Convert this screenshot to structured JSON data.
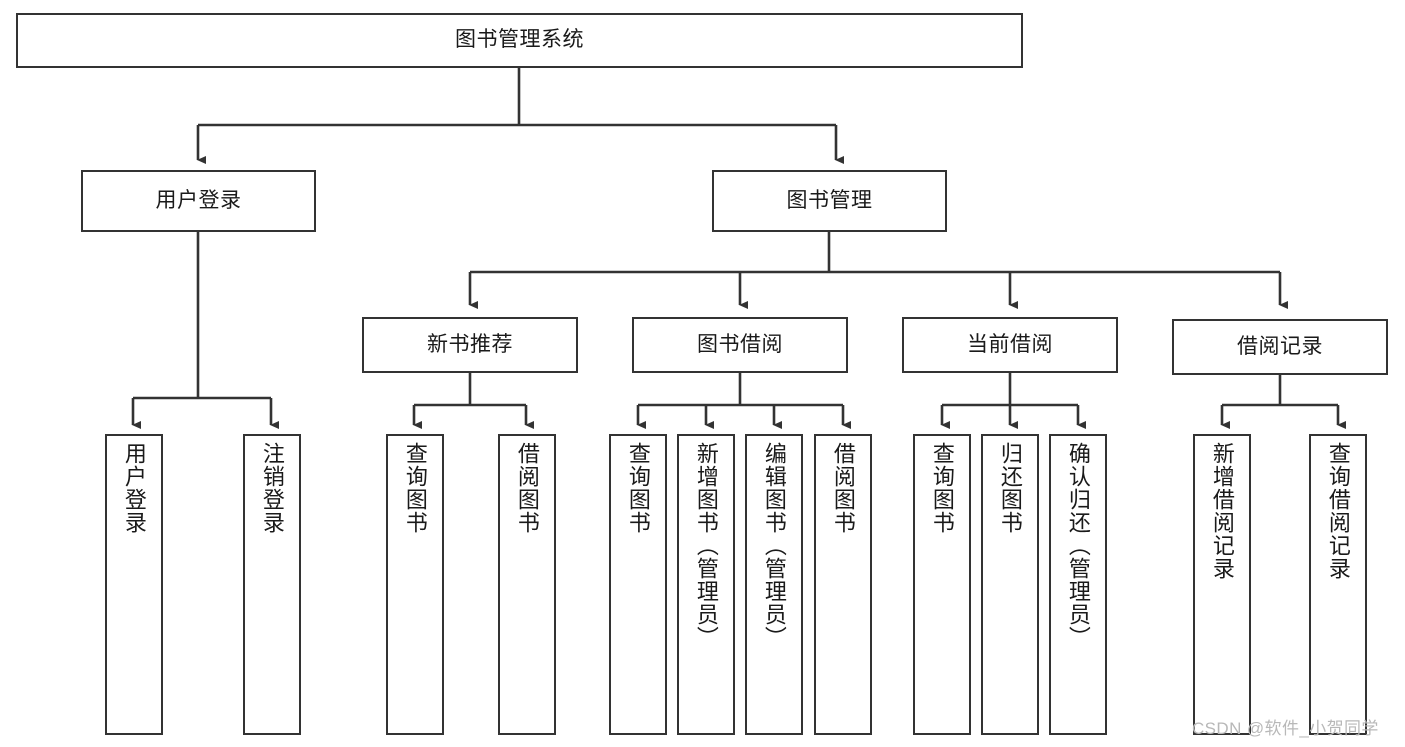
{
  "diagram": {
    "title": "图书管理系统",
    "type": "tree-hierarchy-chart",
    "root": {
      "label": "图书管理系统"
    },
    "level2": [
      {
        "label": "用户登录"
      },
      {
        "label": "图书管理"
      }
    ],
    "level3": [
      {
        "label": "新书推荐"
      },
      {
        "label": "图书借阅"
      },
      {
        "label": "当前借阅"
      },
      {
        "label": "借阅记录"
      }
    ],
    "leaves_user_login": [
      {
        "label": "用户登录"
      },
      {
        "label": "注销登录"
      }
    ],
    "leaves_new_book": [
      {
        "label": "查询图书"
      },
      {
        "label": "借阅图书"
      }
    ],
    "leaves_borrow": [
      {
        "label": "查询图书"
      },
      {
        "label": "新增图书（管理员）"
      },
      {
        "label": "编辑图书（管理员）"
      },
      {
        "label": "借阅图书"
      }
    ],
    "leaves_current": [
      {
        "label": "查询图书"
      },
      {
        "label": "归还图书"
      },
      {
        "label": "确认归还（管理员）"
      }
    ],
    "leaves_record": [
      {
        "label": "新增借阅记录"
      },
      {
        "label": "查询借阅记录"
      }
    ]
  },
  "watermark": {
    "text": "CSDN @软件_小贺同学"
  },
  "colors": {
    "box_border": "#333333",
    "box_fill": "#ffffff",
    "connector": "#333333",
    "text": "#1a1a1a",
    "watermark": "#b8b8b8"
  }
}
